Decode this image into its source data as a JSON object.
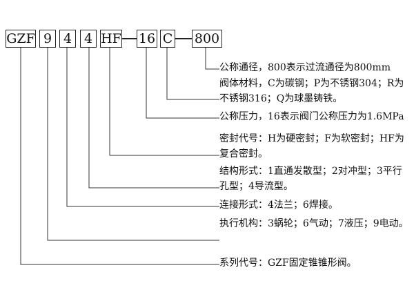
{
  "code_parts": {
    "series": "GZF",
    "drive": "9",
    "connection": "4",
    "structure": "4",
    "seal": "HF",
    "pressure": "16",
    "material": "C",
    "diameter": "800"
  },
  "descriptions": {
    "diameter": "公称通径，800表示过流通径为800mm",
    "material": "阀体材料，C为碳钢；P为不锈钢304；R为不锈钢316；Q为球墨铸铁。",
    "pressure": "公称压力，16表示阀门公称压力为1.6MPa",
    "seal": "密封代号：H为硬密封；F为软密封；HF为复合密封。",
    "structure": "结构形式：1直通发散型；2对冲型；3平行孔型；4导流型。",
    "connection": "连接形式：4法兰；6焊接。",
    "drive": "执行机构：3蜗轮；6气动；7液压；9电动。",
    "series": "系列代号：GZF固定锥锥形阀。"
  }
}
